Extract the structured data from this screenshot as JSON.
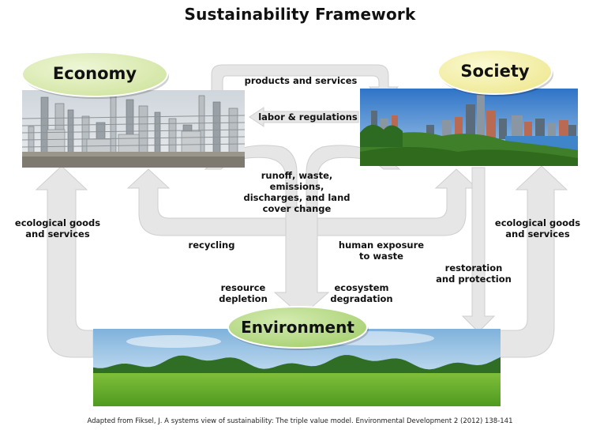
{
  "title": "Sustainability Framework",
  "nodes": {
    "economy": "Economy",
    "society": "Society",
    "environment": "Environment"
  },
  "flows": {
    "products_and_services": "products and services",
    "labor_and_regulations": "labor & regulations",
    "runoff": [
      "runoff, waste,",
      "emissions,",
      "discharges, and land",
      "cover change"
    ],
    "recycling": "recycling",
    "human_exposure": [
      "human exposure",
      "to waste"
    ],
    "ecological_left": [
      "ecological goods",
      "and services"
    ],
    "ecological_right": [
      "ecological goods",
      "and services"
    ],
    "restoration": [
      "restoration",
      "and protection"
    ],
    "resource_depletion": [
      "resource",
      "depletion"
    ],
    "ecosystem_degradation": [
      "ecosystem",
      "degradation"
    ]
  },
  "caption": "Adapted from Fiksel, J. A systems view of sustainability: The triple value model. Environmental Development 2 (2012) 138-141",
  "colors": {
    "arrow_fill": "#e6e6e6",
    "arrow_edge": "#cfcfcf",
    "economy_node": "#dcebb4",
    "society_node": "#f6f3b0",
    "environment_node": "#b9dc8a"
  }
}
